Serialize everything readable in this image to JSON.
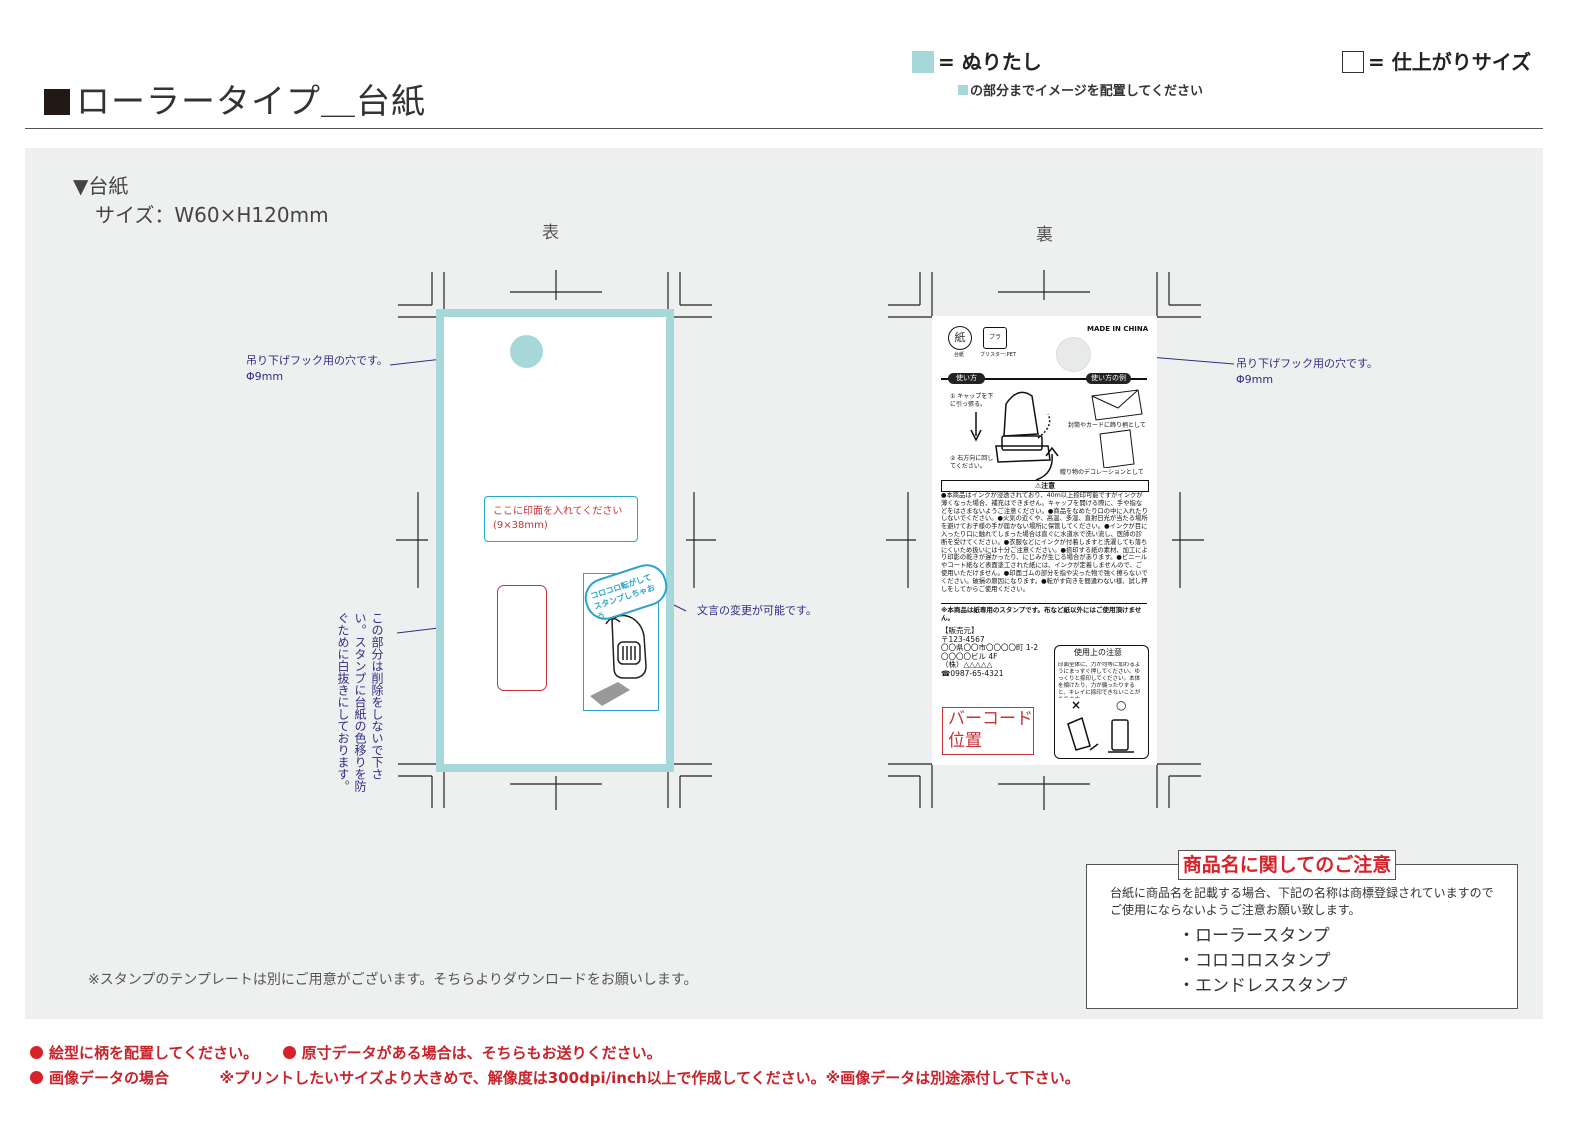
{
  "header": {
    "title": "ローラータイプ＿台紙",
    "legend_bleed_label": "= ぬりたし",
    "legend_bleed_note": "の部分までイメージを配置してください",
    "legend_trim_label": "= 仕上がりサイズ"
  },
  "section": {
    "label": "▼台紙",
    "size": "サイズ：W60×H120mm",
    "front_label": "表",
    "back_label": "裏"
  },
  "front": {
    "hole_note_1": "吊り下げフック用の穴です。",
    "hole_note_2": "Φ9mm",
    "print_area_1": "ここに印面を入れてください",
    "print_area_2": "(9×38mm)",
    "cutout_note": "この部分は削除をしないで下さい。スタンプに台紙の色移りを防ぐために白抜きにしております。",
    "product_badge": "コロコロ転がしてスタンプしちゃおう",
    "text_editable_note": "文言の変更が可能です。"
  },
  "back": {
    "hole_note_1": "吊り下げフック用の穴です。",
    "hole_note_2": "Φ9mm",
    "made_in": "MADE IN CHINA",
    "recycle_paper": "紙",
    "recycle_paper_label": "台紙",
    "recycle_plastic": "プラ",
    "recycle_plastic_label": "ブリスター:PET",
    "usage_title": "使い方",
    "usage_example_title": "使い方の例",
    "step1": "① キャップを下に引っ張る。",
    "step2": "② 右方向に回してください。",
    "example1": "封筒やカードに飾り柄として",
    "example2": "贈り物のデコレーションとして",
    "caution_title": "⚠注意",
    "caution_text": "●本商品はインクが浸透されており、40m以上捺印可能ですがインクが薄くなった場合、補充はできません。キャップを開ける際に、手や指などをはさまないようご注意ください。●商品をなめたり口の中に入れたりしないでください。●火気の近くや、高温、多湿、直射日光が当たる場所を避けてお子様の手が届かない場所に保管してください。●インクが目に入ったり口に触れてしまった場合は直ぐに水道水で洗い流し、医師の診断を受けてください。●衣服などにインクが付着しますと洗濯しても落ちにくいため扱いには十分ご注意ください。●捺印する紙の素材、加工により印影の乾きが遅かったり、にじみが生じる場合があります。●ビニールやコート紙など表面塗工された紙には、インクが定着しませんので、ご使用いただけません。●印面ゴムの部分を指や尖った物で強く擦らないでください。破損の原因になります。●転がす向きを間違わない様、試し押しをしてからご使用ください。",
    "caution_footer": "※本商品は紙専用のスタンプです。布など紙以外にはご使用頂けません。",
    "seller_title": "【販売元】",
    "seller_zip": "〒123-4567",
    "seller_addr1": "〇〇県〇〇市〇〇〇〇町 1-2",
    "seller_addr2": "〇〇〇〇ビル 4F",
    "seller_company": "（株）△△△△△",
    "seller_tel": "☎0987-65-4321",
    "barcode_1": "バーコード",
    "barcode_2": "位置",
    "usage_notice_title": "使用上の注意",
    "usage_notice_text": "印面全体に、力が均等に加わるようにまっすぐ押してください。ゆっくりと捺印してください。本体を傾けたり、力が偏ったりすると、キレイに捺印できないことがあります。",
    "mark_bad": "×",
    "mark_good": "○"
  },
  "notice": {
    "title": "商品名に関してのご注意",
    "body_1": "台紙に商品名を記載する場合、下記の名称は商標登録されていますので",
    "body_2": "ご使用にならないようご注意お願い致します。",
    "items": [
      "・ローラースタンプ",
      "・コロコロスタンプ",
      "・エンドレススタンプ"
    ]
  },
  "template_note": "※スタンプのテンプレートは別にご用意がございます。そちらよりダウンロードをお願いします。",
  "footer": {
    "line1_a": "絵型に柄を配置してください。",
    "line1_b": "原寸データがある場合は、そちらもお送りください。",
    "line2_a": "画像データの場合",
    "line2_b": "※プリントしたいサイズより大きめで、解像度は300dpi/inch以上で作成してください。※画像データは別途添付して下さい。"
  },
  "colors": {
    "bleed": "#a7d8d9",
    "accent_red": "#d8222a",
    "annotation_blue": "#2e2e86",
    "print_box_border": "#2aa4c9"
  }
}
